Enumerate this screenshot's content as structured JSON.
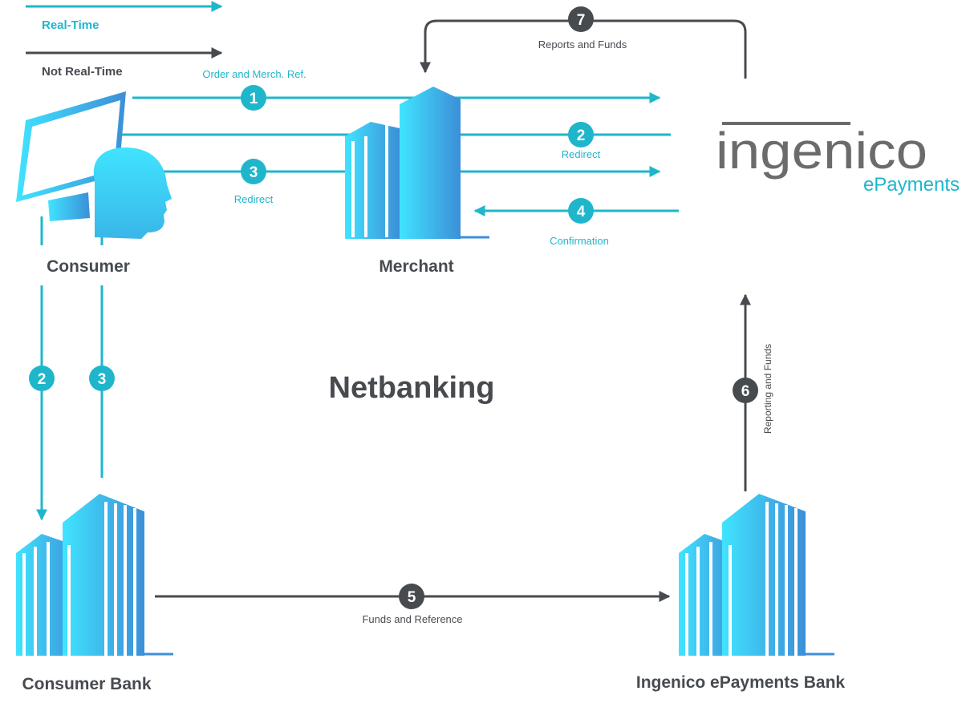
{
  "colors": {
    "realtime": "#1fb6cc",
    "not_realtime": "#474b50",
    "gradient_light": "#40e4ff",
    "gradient_dark": "#3c8fd8",
    "logo_gray": "#6b6b6b",
    "logo_teal": "#1fb6cc"
  },
  "legend": {
    "realtime_label": "Real-Time",
    "not_realtime_label": "Not Real-Time"
  },
  "title": "Netbanking",
  "actors": {
    "consumer": "Consumer",
    "merchant": "Merchant",
    "consumer_bank": "Consumer Bank",
    "acquirer_bank": "Ingenico ePayments Bank"
  },
  "logo": {
    "wordmark": "ingenico",
    "tagline": "ePayments"
  },
  "icons": {
    "consumer": "consumer-monitor-head-icon",
    "merchant": "merchant-building-icon",
    "consumer_bank": "consumer-bank-building-icon",
    "acquirer_bank": "acquirer-bank-building-icon"
  },
  "steps": {
    "s1": {
      "number": "1",
      "label": "Order and Merch. Ref."
    },
    "s2_merchant": {
      "number": "2",
      "label": "Redirect"
    },
    "s2_bank": {
      "number": "2"
    },
    "s3_merchant": {
      "number": "3",
      "label": "Redirect"
    },
    "s3_bank": {
      "number": "3"
    },
    "s4": {
      "number": "4",
      "label": "Confirmation"
    },
    "s5": {
      "number": "5",
      "label": "Funds and Reference"
    },
    "s6": {
      "number": "6",
      "label": "Reporting and Funds"
    },
    "s7": {
      "number": "7",
      "label": "Reports and Funds"
    }
  }
}
